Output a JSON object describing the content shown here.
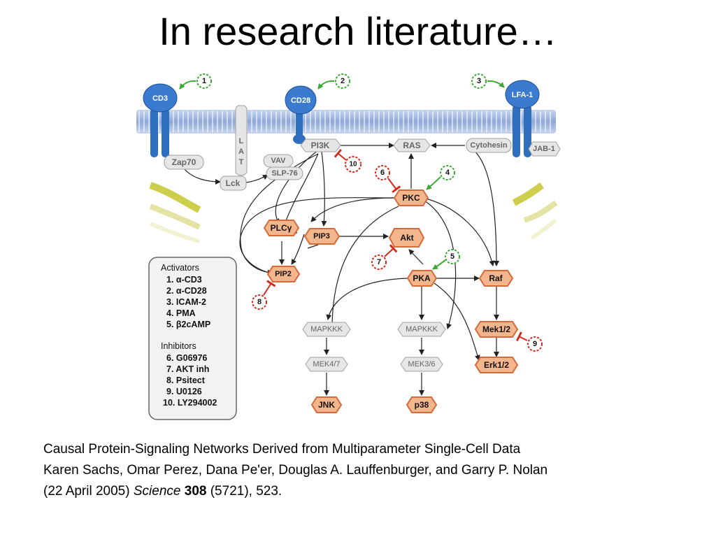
{
  "slide": {
    "title": "In research literature…"
  },
  "diagram": {
    "receptors": {
      "cd3": "CD3",
      "cd28": "CD28",
      "lfa1": "LFA-1"
    },
    "lat_letters": [
      "L",
      "A",
      "T"
    ],
    "grey_nodes": {
      "zap70": "Zap70",
      "lck": "Lck",
      "vav": "VAV",
      "slp76": "SLP-76",
      "pi3k": "PI3K",
      "ras": "RAS",
      "cytohesin": "Cytohesin",
      "jab1": "JAB-1",
      "mapkkk1": "MAPKKK",
      "mapkkk2": "MAPKKK",
      "mek47": "MEK4/7",
      "mek36": "MEK3/6"
    },
    "orange_nodes": {
      "pkc": "PKC",
      "plcg": "PLCγ",
      "pip3": "PIP3",
      "akt": "Akt",
      "pip2": "PIP2",
      "pka": "PKA",
      "raf": "Raf",
      "mek12": "Mek1/2",
      "erk12": "Erk1/2",
      "jnk": "JNK",
      "p38": "p38"
    },
    "activator_badges": [
      "1",
      "2",
      "3",
      "4",
      "5"
    ],
    "inhibitor_badges": [
      "6",
      "7",
      "8",
      "9",
      "10"
    ],
    "legend": {
      "activators_title": "Activators",
      "activators": [
        "1. α-CD3",
        "2. α-CD28",
        "3. ICAM-2",
        "4. PMA",
        "5. β2cAMP"
      ],
      "inhibitors_title": "Inhibitors",
      "inhibitors": [
        "6. G06976",
        "7. AKT inh",
        "8. Psitect",
        "9. U0126",
        "10. LY294002"
      ]
    },
    "colors": {
      "membrane": "#9fb6dc",
      "receptor": "#2f6fc0",
      "orange_fill": "#f3b58c",
      "orange_stroke": "#d4693a",
      "grey_fill": "#e6e6e6",
      "grey_stroke": "#a0a0a0",
      "activator_green": "#3aaa35",
      "inhibitor_red": "#d42a1e"
    }
  },
  "citation": {
    "line1": "Causal Protein-Signaling Networks Derived from Multiparameter Single-Cell Data",
    "line2": "Karen Sachs, Omar Perez, Dana Pe'er, Douglas A. Lauffenburger, and Garry P. Nolan",
    "line3_prefix": "(22 April 2005) ",
    "journal": "Science",
    "volume": "308",
    "line3_suffix": " (5721), 523."
  }
}
